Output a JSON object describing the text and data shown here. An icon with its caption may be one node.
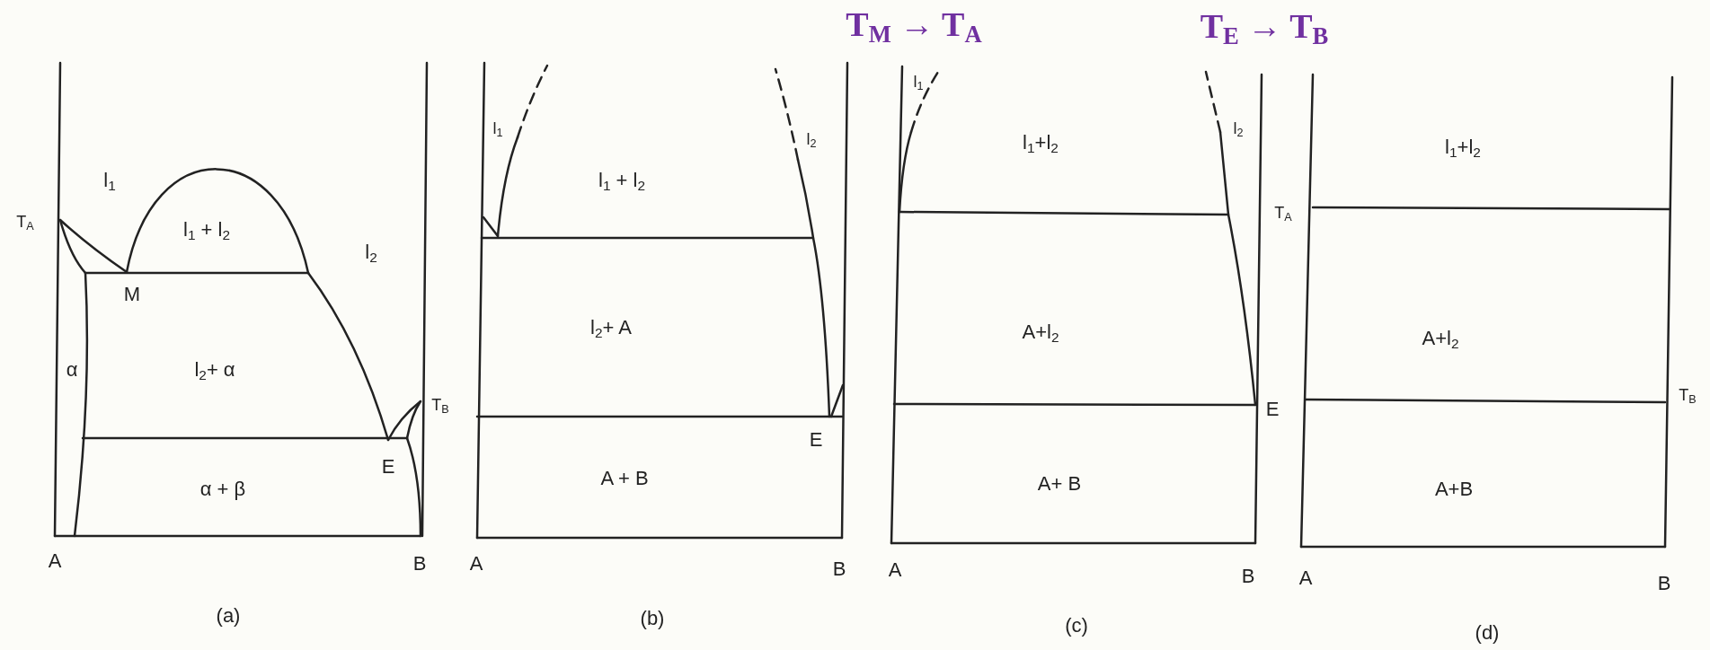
{
  "diagram": {
    "labels": [
      "T$_{M}$ → T$_{A}$",
      "T$_{E}$ → T$_{B}$",
      "l$_{1}$",
      "T$_{A}$",
      "l$_{1}$ + l$_{2}$",
      "l$_{2}$",
      "M",
      "α",
      "l$_{2}$+ α",
      "T$_{B}$",
      "E",
      "α + β",
      "A",
      "B",
      "(a)",
      "l$_{1}$",
      "l$_{2}$",
      "l$_{1}$ + l$_{2}$",
      "l$_{2}$+ A",
      "E",
      "A + B",
      "A",
      "B",
      "(b)",
      "l$_{1}$",
      "l$_{2}$",
      "l$_{1}$+l$_{2}$",
      "T$_{A}$",
      "A+l$_{2}$",
      "E",
      "A+ B",
      "A",
      "B",
      "(c)",
      "l$_{1}$+l$_{2}$",
      "A+l$_{2}$",
      "T$_{B}$",
      "A+B",
      "A",
      "B",
      "(d)"
    ]
  }
}
